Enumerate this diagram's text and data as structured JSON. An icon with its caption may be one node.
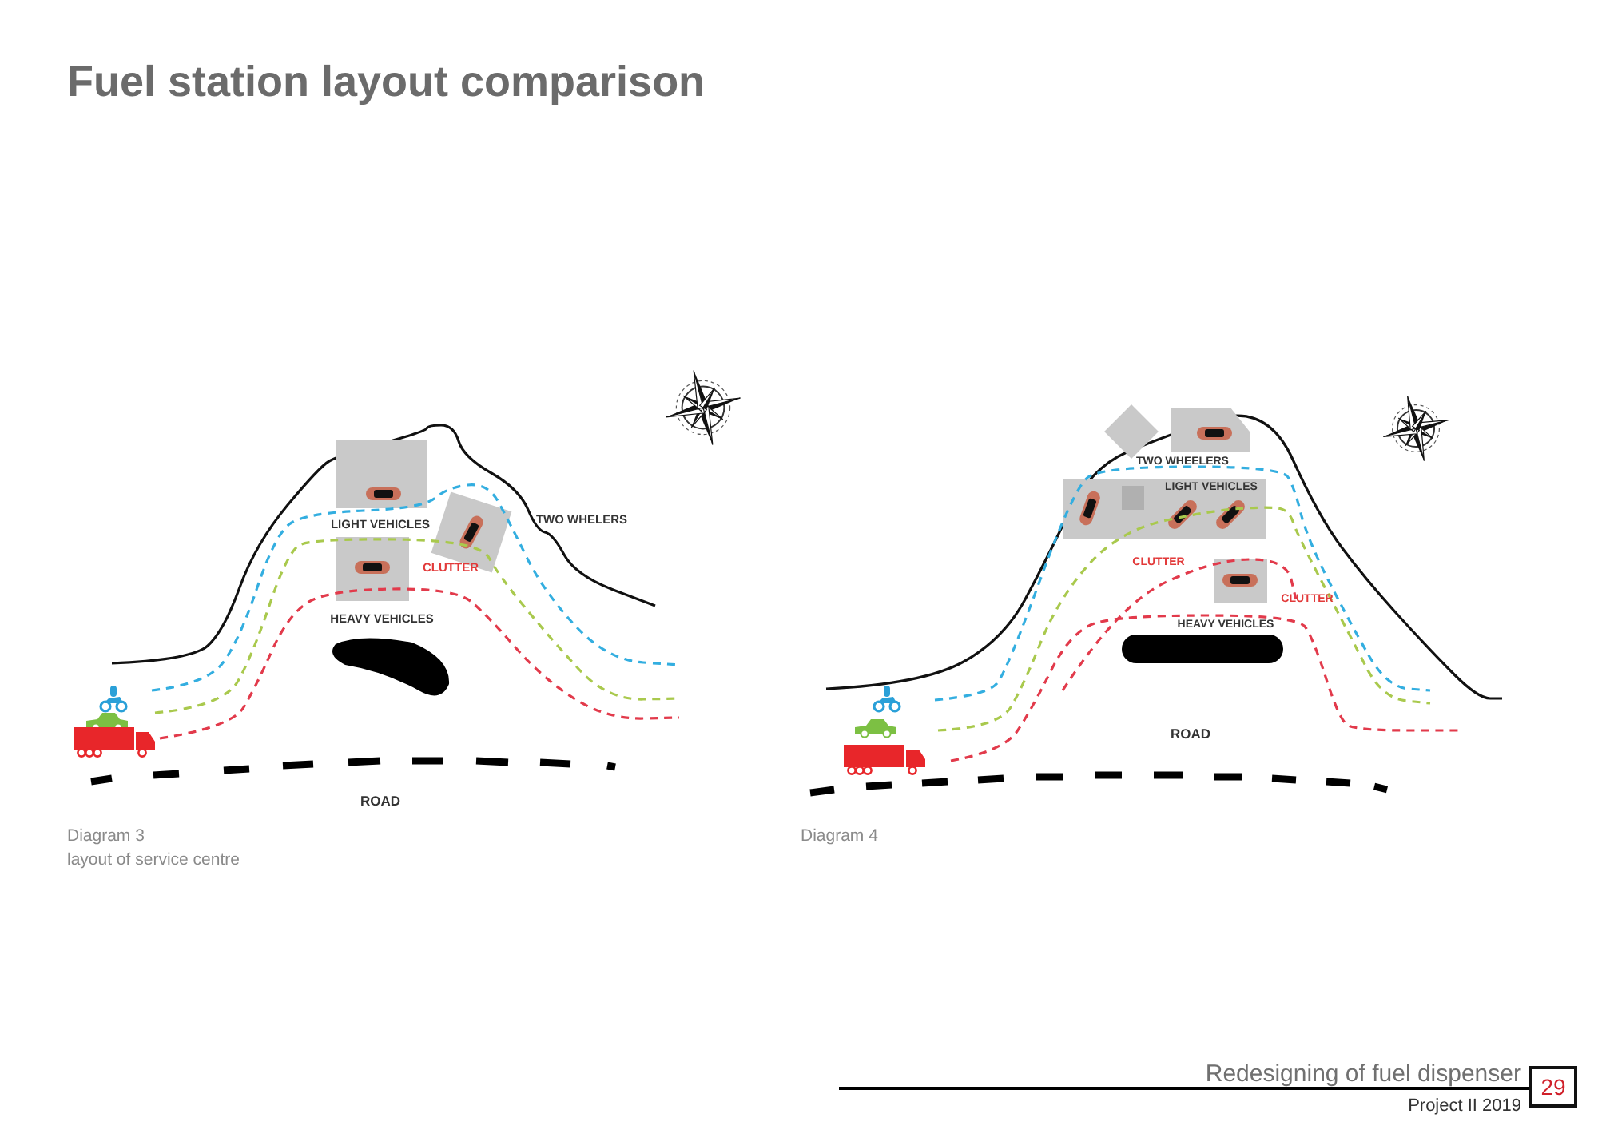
{
  "diagram": {
    "title": "Fuel station layout comparison",
    "nodes": [
      {
        "text": [
          "29"
        ]
      }
    ],
    "labels": [
      "LIGHT VEHICLES",
      "TWO WHELERS",
      "CLUTTER",
      "HEAVY VEHICLES",
      "ROAD",
      "Diagram 3",
      "layout of service centre",
      "TWO WHEELERS",
      "LIGHT VEHICLES",
      "CLUTTER",
      "CLUTTER",
      "HEAVY VEHICLES",
      "ROAD",
      "Diagram 4",
      "Redesigning of fuel dispenser",
      "Project II 2019"
    ]
  }
}
